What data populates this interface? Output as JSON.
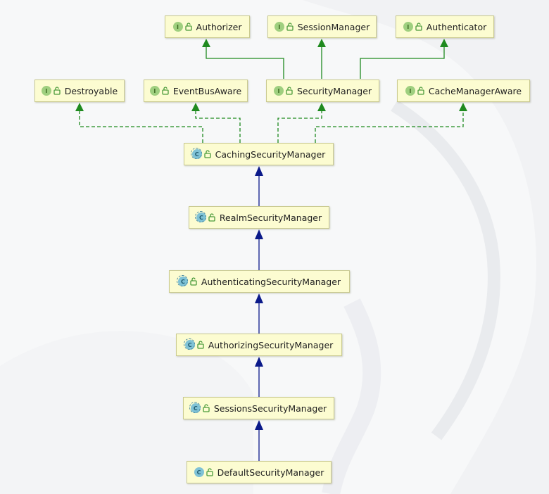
{
  "diagram": {
    "nodes": {
      "authorizer": {
        "label": "Authorizer",
        "kind": "interface",
        "badge": "I"
      },
      "session_manager": {
        "label": "SessionManager",
        "kind": "interface",
        "badge": "I"
      },
      "authenticator": {
        "label": "Authenticator",
        "kind": "interface",
        "badge": "I"
      },
      "destroyable": {
        "label": "Destroyable",
        "kind": "interface",
        "badge": "I"
      },
      "event_bus_aware": {
        "label": "EventBusAware",
        "kind": "interface",
        "badge": "I"
      },
      "security_manager": {
        "label": "SecurityManager",
        "kind": "interface",
        "badge": "I"
      },
      "cache_manager_aware": {
        "label": "CacheManagerAware",
        "kind": "interface",
        "badge": "I"
      },
      "caching_security_manager": {
        "label": "CachingSecurityManager",
        "kind": "abstract-class",
        "badge": "C"
      },
      "realm_security_manager": {
        "label": "RealmSecurityManager",
        "kind": "abstract-class",
        "badge": "C"
      },
      "authenticating_security_manager": {
        "label": "AuthenticatingSecurityManager",
        "kind": "abstract-class",
        "badge": "C"
      },
      "authorizing_security_manager": {
        "label": "AuthorizingSecurityManager",
        "kind": "abstract-class",
        "badge": "C"
      },
      "sessions_security_manager": {
        "label": "SessionsSecurityManager",
        "kind": "abstract-class",
        "badge": "C"
      },
      "default_security_manager": {
        "label": "DefaultSecurityManager",
        "kind": "class",
        "badge": "C"
      }
    },
    "edges": [
      {
        "from": "security_manager",
        "to": "authorizer",
        "type": "extends"
      },
      {
        "from": "security_manager",
        "to": "session_manager",
        "type": "extends"
      },
      {
        "from": "security_manager",
        "to": "authenticator",
        "type": "extends"
      },
      {
        "from": "caching_security_manager",
        "to": "destroyable",
        "type": "implements"
      },
      {
        "from": "caching_security_manager",
        "to": "event_bus_aware",
        "type": "implements"
      },
      {
        "from": "caching_security_manager",
        "to": "security_manager",
        "type": "implements"
      },
      {
        "from": "caching_security_manager",
        "to": "cache_manager_aware",
        "type": "implements"
      },
      {
        "from": "realm_security_manager",
        "to": "caching_security_manager",
        "type": "extends"
      },
      {
        "from": "authenticating_security_manager",
        "to": "realm_security_manager",
        "type": "extends"
      },
      {
        "from": "authorizing_security_manager",
        "to": "authenticating_security_manager",
        "type": "extends"
      },
      {
        "from": "sessions_security_manager",
        "to": "authorizing_security_manager",
        "type": "extends"
      },
      {
        "from": "default_security_manager",
        "to": "sessions_security_manager",
        "type": "extends"
      }
    ],
    "colors": {
      "interface_extends": "#1f8a1f",
      "class_implements": "#1f8a1f",
      "class_extends": "#0b1a8a",
      "node_fill": "#fcfcd1",
      "node_border": "#c9c98f"
    }
  }
}
